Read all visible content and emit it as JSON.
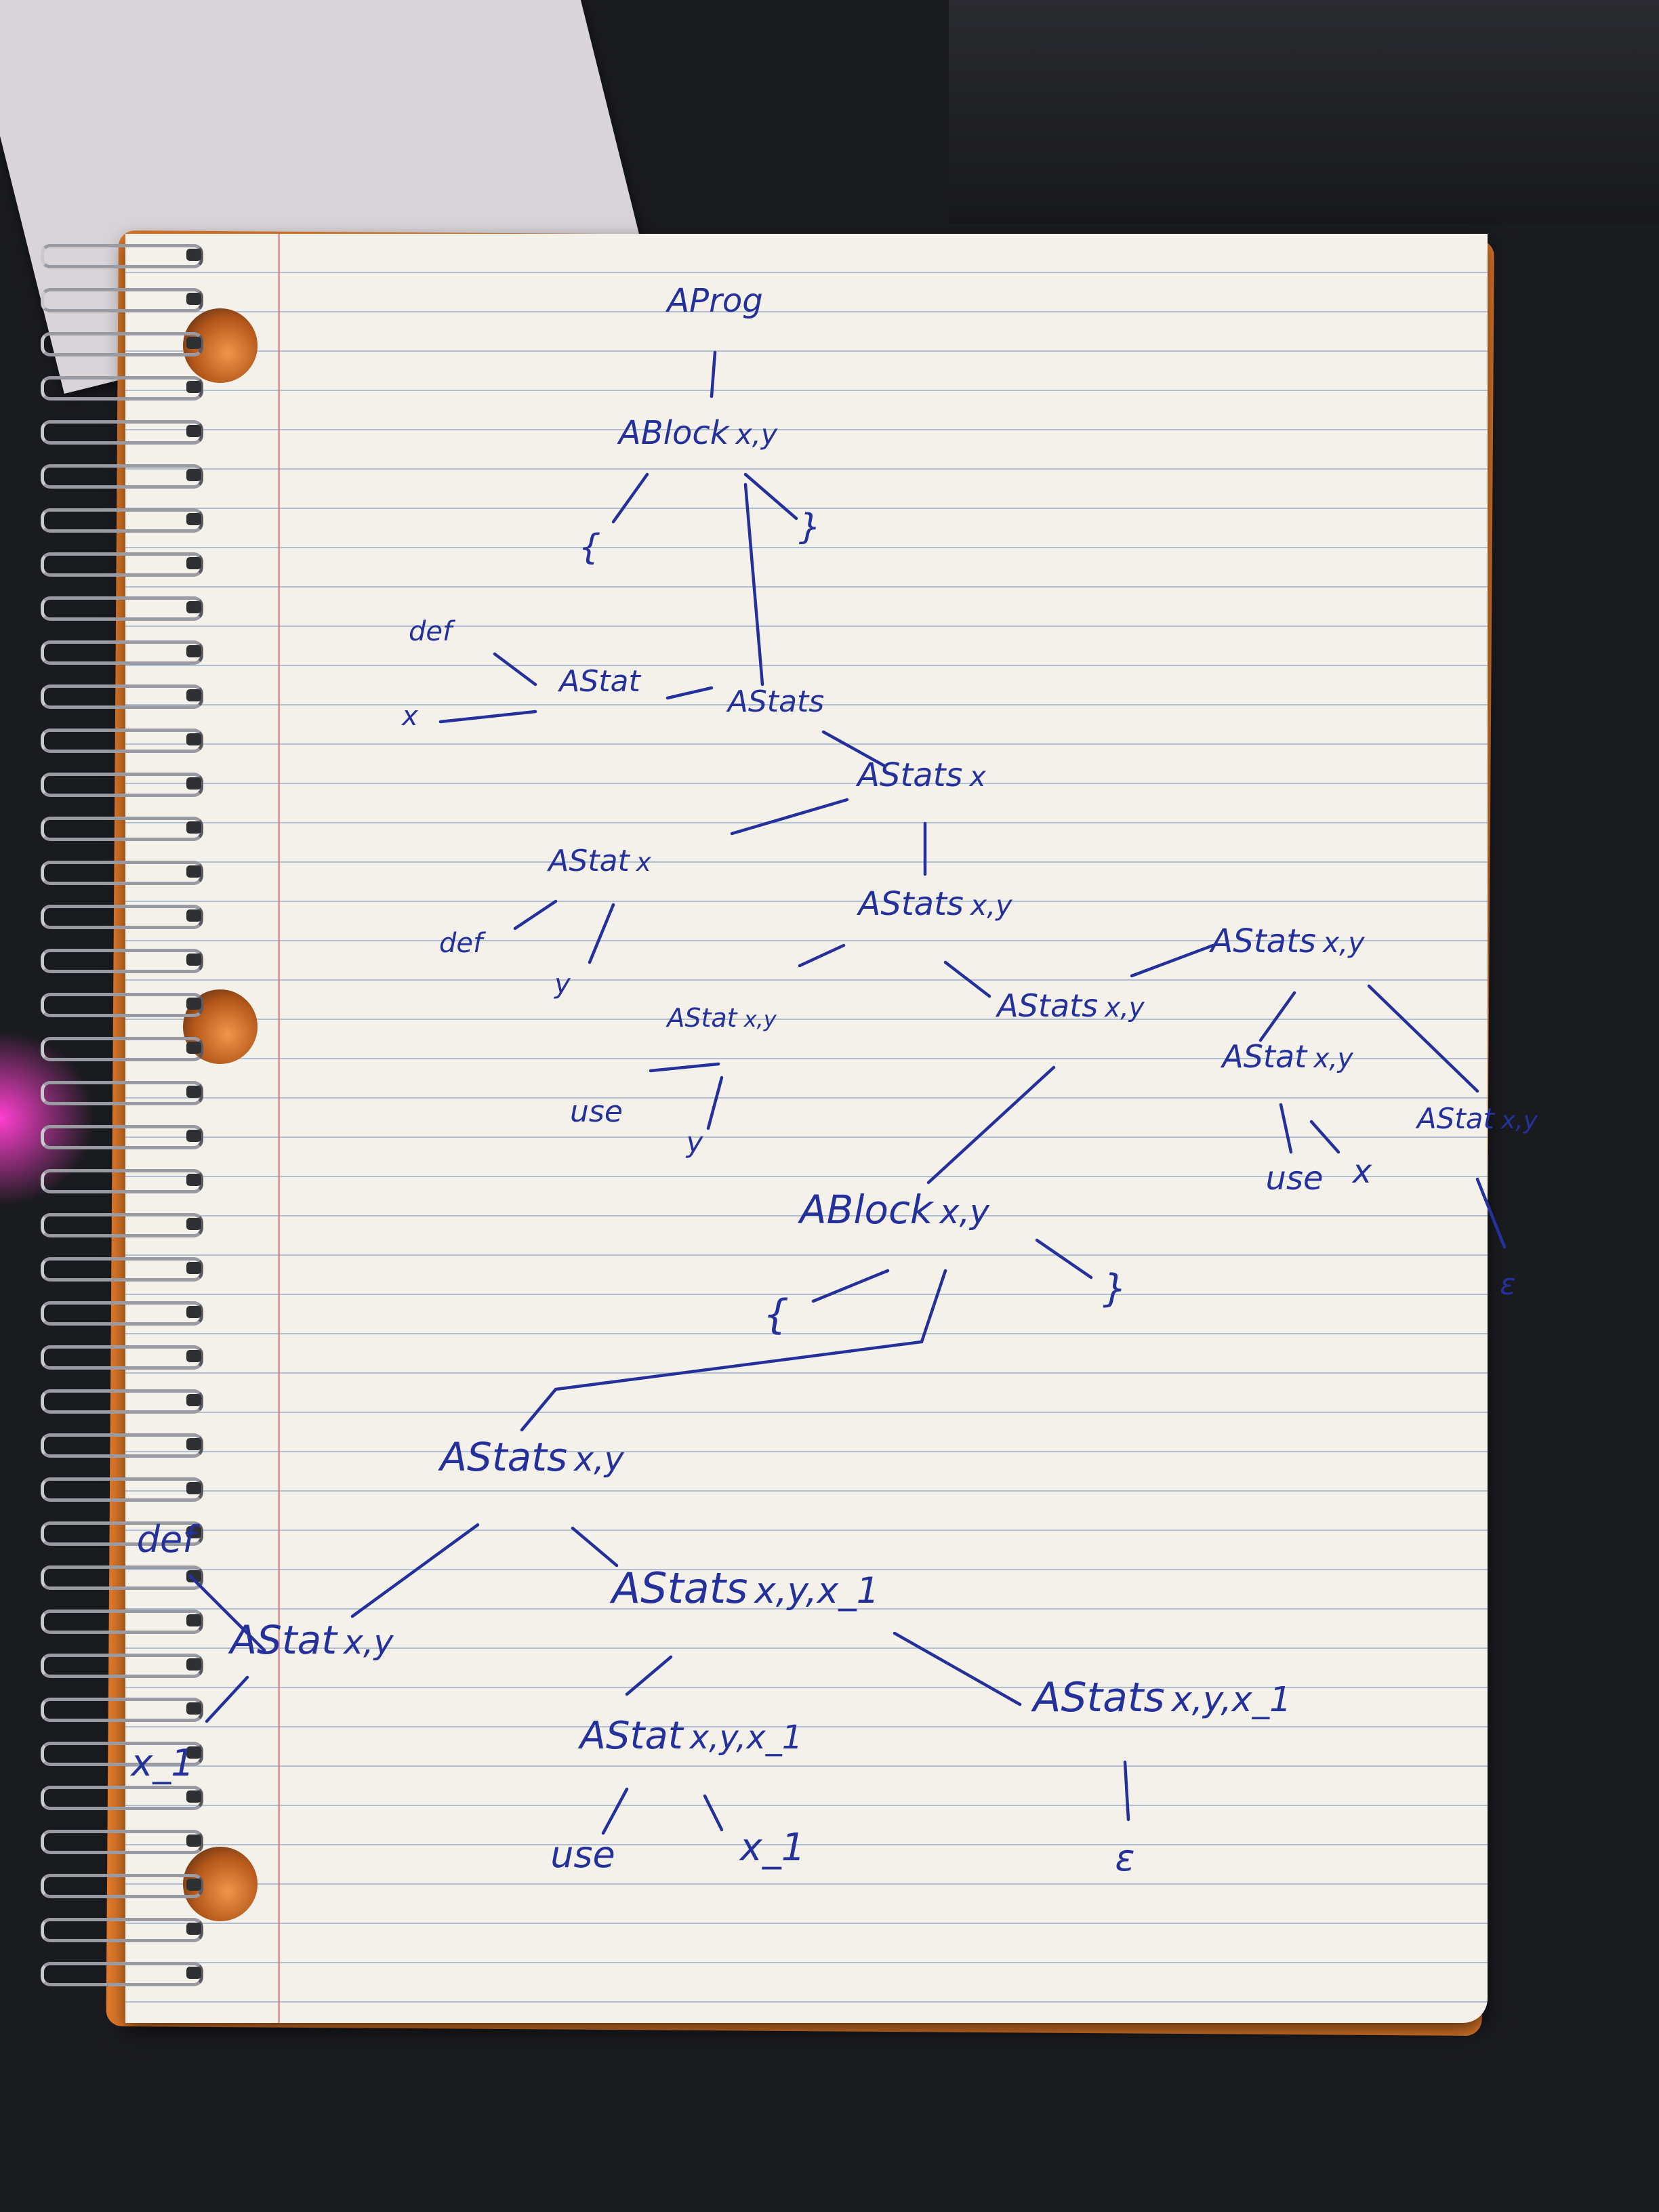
{
  "diagram": {
    "nodes": [
      {
        "id": "n1",
        "text": "AProg",
        "sub": ""
      },
      {
        "id": "n2",
        "text": "ABlock",
        "sub": "x,y"
      },
      {
        "id": "n3",
        "text": "{",
        "sub": ""
      },
      {
        "id": "n4",
        "text": "}",
        "sub": ""
      },
      {
        "id": "n5",
        "text": "AStats",
        "sub": ""
      },
      {
        "id": "n6",
        "text": "AStat",
        "sub": ""
      },
      {
        "id": "n7",
        "text": "def",
        "sub": ""
      },
      {
        "id": "n8",
        "text": "x",
        "sub": ""
      },
      {
        "id": "n9",
        "text": "AStats",
        "sub": "x"
      },
      {
        "id": "n10",
        "text": "AStat",
        "sub": "x"
      },
      {
        "id": "n11",
        "text": "def",
        "sub": ""
      },
      {
        "id": "n12",
        "text": "y",
        "sub": ""
      },
      {
        "id": "n13",
        "text": "AStats",
        "sub": "x,y"
      },
      {
        "id": "n14",
        "text": "AStat",
        "sub": "x,y"
      },
      {
        "id": "n15",
        "text": "use",
        "sub": ""
      },
      {
        "id": "n16",
        "text": "y",
        "sub": ""
      },
      {
        "id": "n17",
        "text": "AStats",
        "sub": "x,y"
      },
      {
        "id": "n18",
        "text": "AStats",
        "sub": "x,y"
      },
      {
        "id": "n19",
        "text": "AStat",
        "sub": "x,y"
      },
      {
        "id": "n20",
        "text": "use",
        "sub": ""
      },
      {
        "id": "n21",
        "text": "x",
        "sub": ""
      },
      {
        "id": "n22",
        "text": "AStat",
        "sub": "x,y"
      },
      {
        "id": "n23",
        "text": "ε",
        "sub": ""
      },
      {
        "id": "n24",
        "text": "ABlock",
        "sub": "x,y"
      },
      {
        "id": "n25",
        "text": "{",
        "sub": ""
      },
      {
        "id": "n26",
        "text": "}",
        "sub": ""
      },
      {
        "id": "n27",
        "text": "AStats",
        "sub": "x,y"
      },
      {
        "id": "n28",
        "text": "AStat",
        "sub": "x,y"
      },
      {
        "id": "n29",
        "text": "def",
        "sub": ""
      },
      {
        "id": "n30",
        "text": "x_1",
        "sub": ""
      },
      {
        "id": "n31",
        "text": "AStats",
        "sub": "x,y,x_1"
      },
      {
        "id": "n32",
        "text": "AStat",
        "sub": "x,y,x_1"
      },
      {
        "id": "n33",
        "text": "use",
        "sub": ""
      },
      {
        "id": "n34",
        "text": "x_1",
        "sub": ""
      },
      {
        "id": "n35",
        "text": "AStats",
        "sub": "x,y,x_1"
      },
      {
        "id": "n36",
        "text": "ε",
        "sub": ""
      }
    ],
    "edges": [
      [
        "n1",
        "n2"
      ],
      [
        "n2",
        "n3"
      ],
      [
        "n2",
        "n4"
      ],
      [
        "n2",
        "n5"
      ],
      [
        "n5",
        "n6"
      ],
      [
        "n6",
        "n7"
      ],
      [
        "n6",
        "n8"
      ],
      [
        "n5",
        "n9"
      ],
      [
        "n9",
        "n10"
      ],
      [
        "n10",
        "n11"
      ],
      [
        "n10",
        "n12"
      ],
      [
        "n9",
        "n13"
      ],
      [
        "n13",
        "n14"
      ],
      [
        "n14",
        "n15"
      ],
      [
        "n14",
        "n16"
      ],
      [
        "n13",
        "n17"
      ],
      [
        "n17",
        "n18"
      ],
      [
        "n18",
        "n19"
      ],
      [
        "n19",
        "n20"
      ],
      [
        "n19",
        "n21"
      ],
      [
        "n18",
        "n22"
      ],
      [
        "n22",
        "n23"
      ],
      [
        "n17",
        "n24"
      ],
      [
        "n24",
        "n25"
      ],
      [
        "n24",
        "n26"
      ],
      [
        "n24",
        "n27"
      ],
      [
        "n27",
        "n28"
      ],
      [
        "n28",
        "n29"
      ],
      [
        "n28",
        "n30"
      ],
      [
        "n27",
        "n31"
      ],
      [
        "n31",
        "n32"
      ],
      [
        "n32",
        "n33"
      ],
      [
        "n32",
        "n34"
      ],
      [
        "n31",
        "n35"
      ],
      [
        "n35",
        "n36"
      ]
    ]
  }
}
